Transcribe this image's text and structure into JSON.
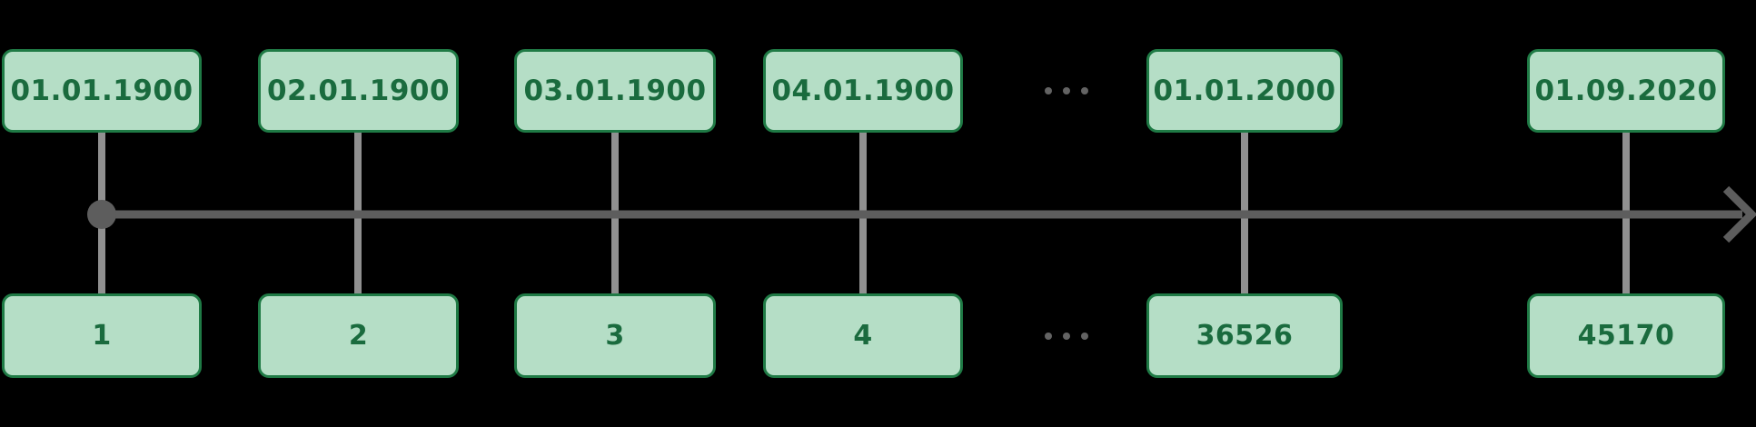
{
  "diagram": {
    "description": "timeline of dates mapped to serial numbers",
    "pairs": [
      {
        "date": "01.01.1900",
        "serial": "1"
      },
      {
        "date": "02.01.1900",
        "serial": "2"
      },
      {
        "date": "03.01.1900",
        "serial": "3"
      },
      {
        "date": "04.01.1900",
        "serial": "4"
      },
      {
        "date": "01.01.2000",
        "serial": "36526"
      },
      {
        "date": "01.09.2020",
        "serial": "45170"
      }
    ],
    "ellipsis": "...",
    "colors": {
      "background": "#000000",
      "box_fill": "#b5dec6",
      "box_border": "#1f7a45",
      "box_text": "#1a6b3e",
      "axis": "#5d5d5d",
      "connector": "#909090",
      "ellipsis_dots": "#636363"
    }
  }
}
